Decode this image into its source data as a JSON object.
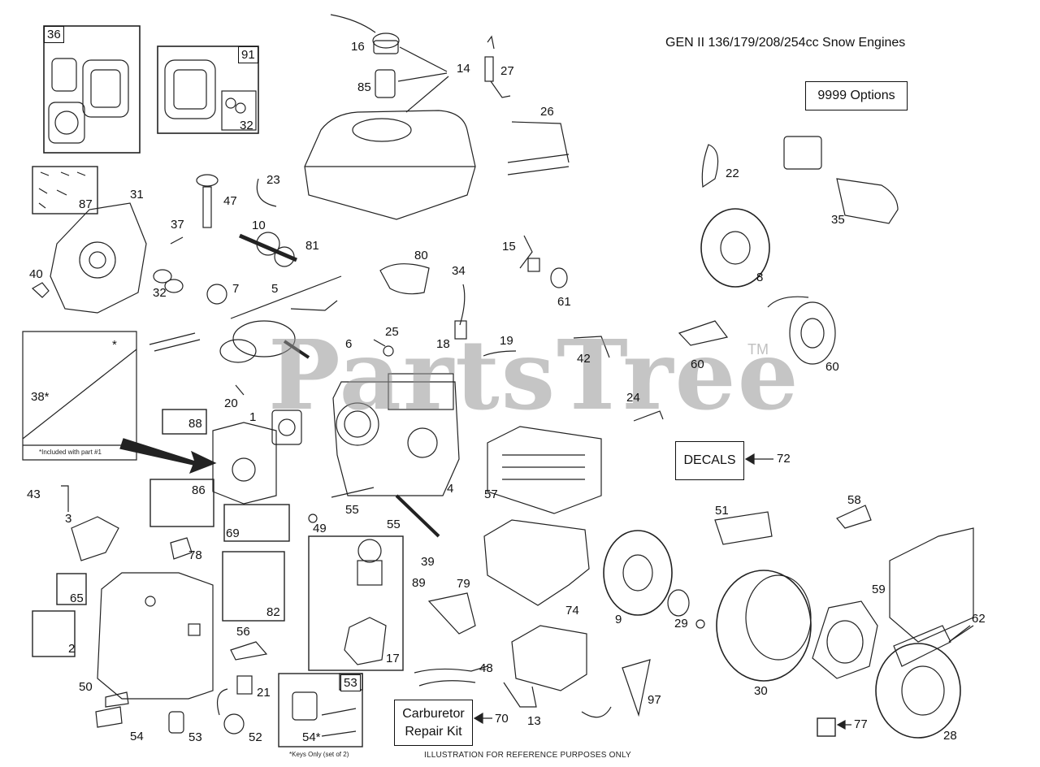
{
  "header": {
    "title": "GEN II 136/179/208/254cc Snow Engines",
    "options_label": "9999  Options"
  },
  "watermark": {
    "text": "PartsTree",
    "tm": "TM"
  },
  "boxes": {
    "decals": "DECALS",
    "carburetor_kit_line1": "Carburetor",
    "carburetor_kit_line2": "Repair Kit"
  },
  "notes": {
    "included": "*Included with part #1",
    "keys_only": "*Keys Only (set of 2)",
    "footer": "ILLUSTRATION FOR REFERENCE PURPOSES ONLY",
    "asterisk": "*"
  },
  "boxed_numbers": {
    "b36": "36",
    "b91": "91",
    "b53": "53"
  },
  "callouts": {
    "c16": "16",
    "c14": "14",
    "c27": "27",
    "c85": "85",
    "c26": "26",
    "c22": "22",
    "c35": "35",
    "c32a": "32",
    "c31": "31",
    "c87": "87",
    "c47": "47",
    "c23": "23",
    "c37": "37",
    "c10": "10",
    "c81": "81",
    "c40": "40",
    "c32b": "32",
    "c7": "7",
    "c5": "5",
    "c80": "80",
    "c34": "34",
    "c15": "15",
    "c61": "61",
    "c8": "8",
    "c25": "25",
    "c6": "6",
    "c18": "18",
    "c19": "19",
    "c42": "42",
    "c60a": "60",
    "c60b": "60",
    "c38": "38*",
    "c20": "20",
    "c88": "88",
    "c1": "1",
    "c24": "24",
    "c72": "72",
    "c4": "4",
    "c57": "57",
    "c43": "43",
    "c3": "3",
    "c86": "86",
    "c55a": "55",
    "c55b": "55",
    "c49": "49",
    "c69": "69",
    "c78": "78",
    "c39": "39",
    "c89": "89",
    "c51": "51",
    "c58": "58",
    "c59": "59",
    "c62": "62",
    "c65": "65",
    "c82": "82",
    "c79": "79",
    "c74": "74",
    "c9": "9",
    "c29": "29",
    "c2": "2",
    "c56": "56",
    "c17": "17",
    "c30": "30",
    "c50": "50",
    "c21": "21",
    "c48": "48",
    "c97": "97",
    "c54a": "54",
    "c53": "53",
    "c52": "52",
    "c54b": "54*",
    "c70": "70",
    "c13": "13",
    "c77": "77",
    "c28": "28"
  }
}
